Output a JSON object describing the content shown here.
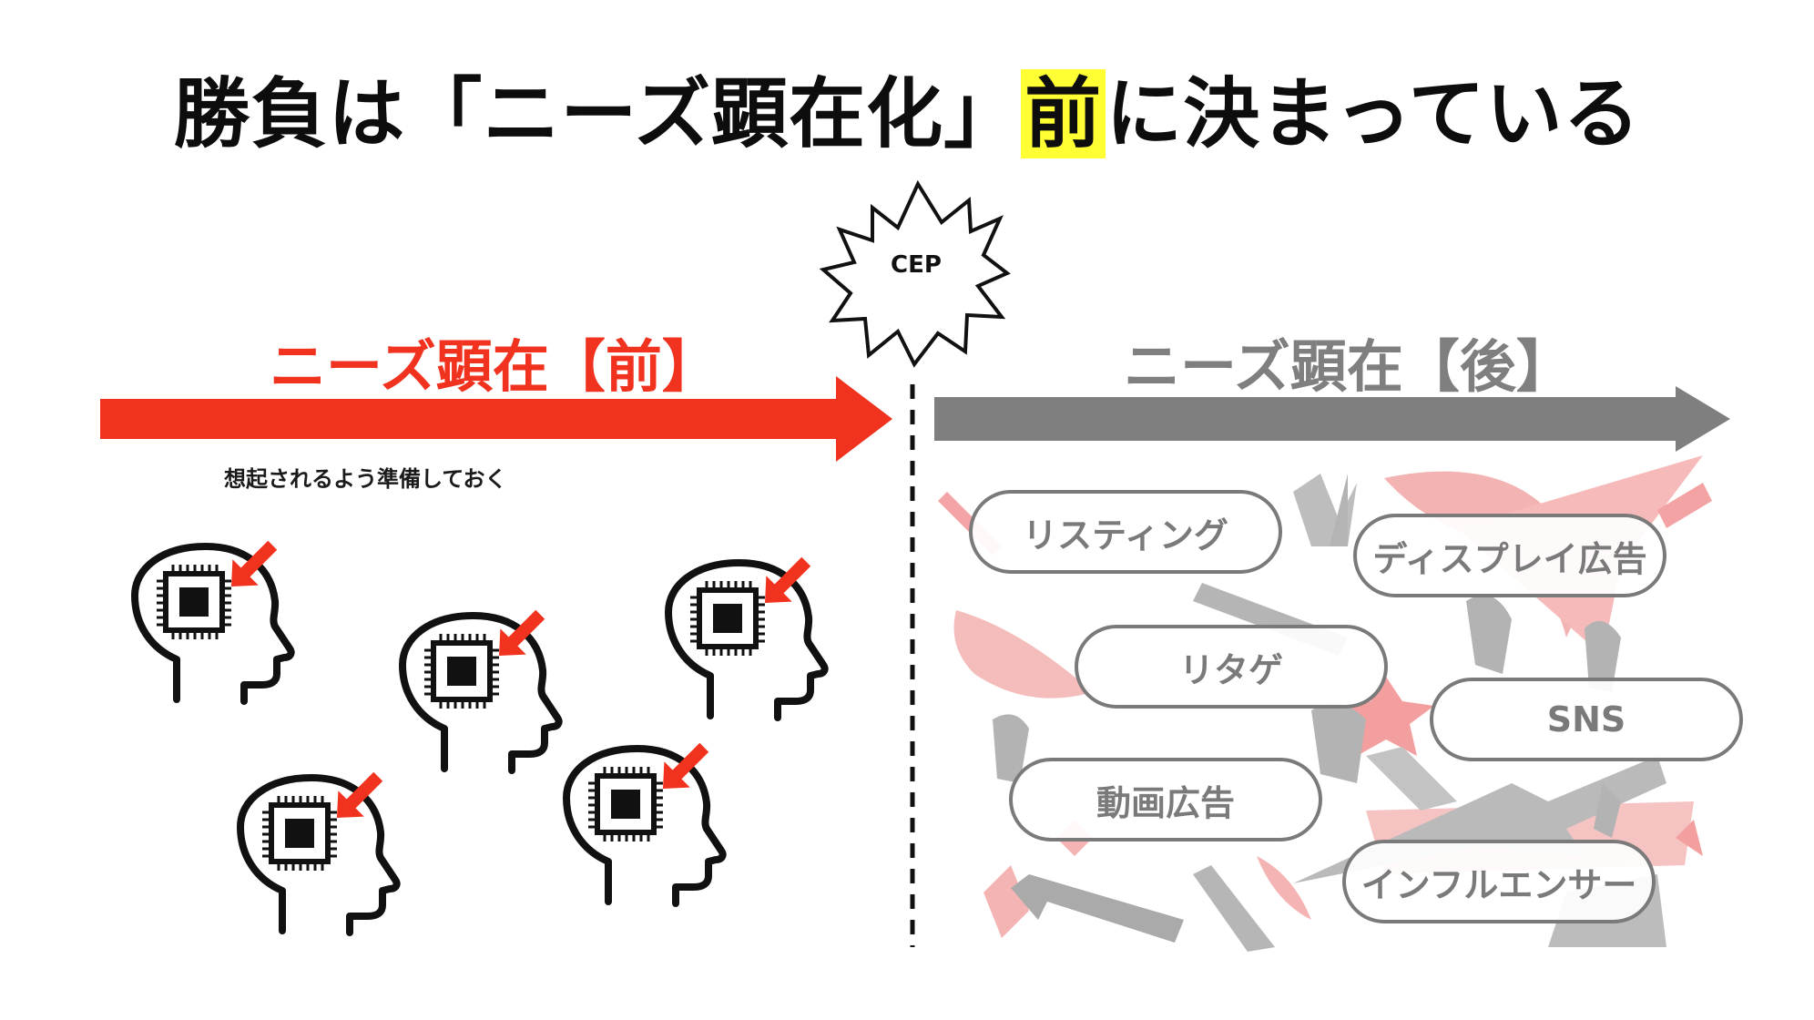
{
  "title": {
    "before": "勝負は「ニーズ顕在化」",
    "highlight": "前",
    "after": "に決まっている"
  },
  "burst_label": "CEP",
  "left": {
    "label": "ニーズ顕在【前】",
    "note": "想起されるよう準備しておく",
    "color": "#f0321e"
  },
  "right": {
    "label": "ニーズ顕在【後】",
    "color": "#7f7f7f",
    "channels": [
      "リスティング",
      "ディスプレイ広告",
      "リタゲ",
      "SNS",
      "動画広告",
      "インフルエンサー"
    ]
  },
  "icons": {
    "head": "head-with-chip-icon",
    "arrow": "arrow-icon",
    "burst": "explosion-burst-icon",
    "battle": "battlefield-background"
  }
}
